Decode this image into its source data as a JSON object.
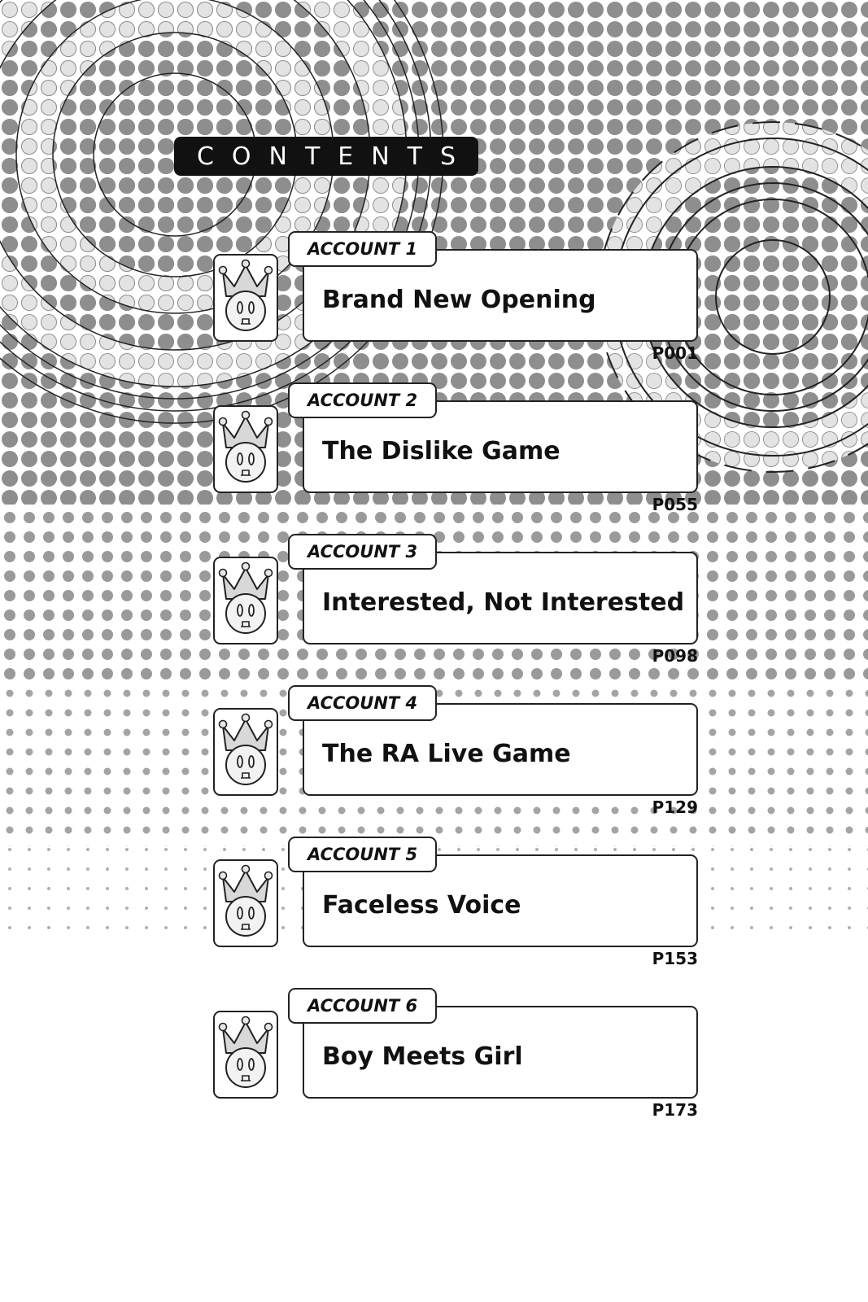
{
  "header": {
    "title": "CONTENTS"
  },
  "badge_icon": "crown-mascot-icon",
  "accounts": [
    {
      "label": "ACCOUNT 1",
      "title": "Brand New Opening",
      "page": "P001"
    },
    {
      "label": "ACCOUNT 2",
      "title": "The Dislike Game",
      "page": "P055"
    },
    {
      "label": "ACCOUNT 3",
      "title": "Interested, Not Interested",
      "page": "P098"
    },
    {
      "label": "ACCOUNT 4",
      "title": "The RA Live Game",
      "page": "P129"
    },
    {
      "label": "ACCOUNT 5",
      "title": "Faceless Voice",
      "page": "P153"
    },
    {
      "label": "ACCOUNT 6",
      "title": "Boy Meets Girl",
      "page": "P173"
    }
  ]
}
